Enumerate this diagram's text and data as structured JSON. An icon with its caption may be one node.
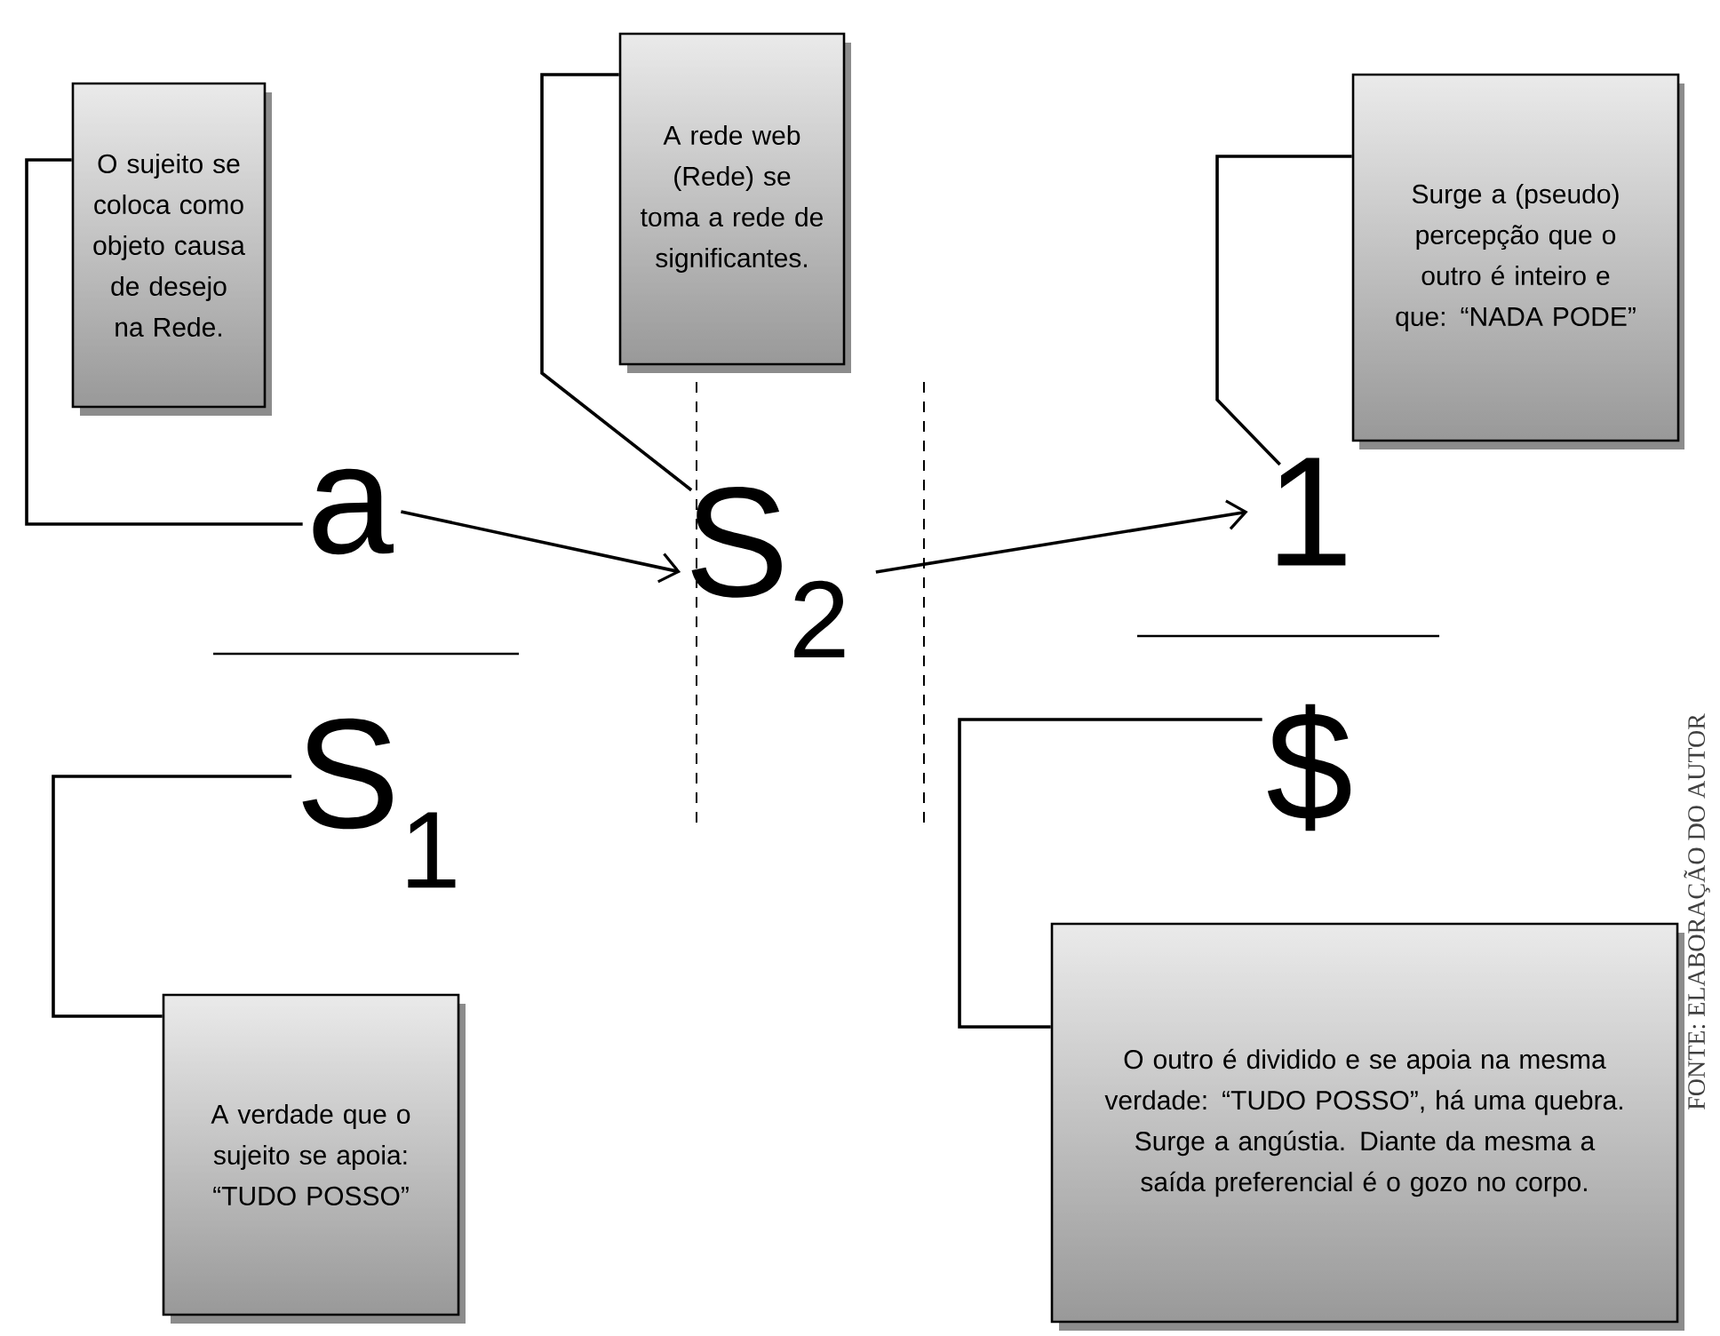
{
  "diagram": {
    "nodes": [
      {
        "text": [
          "O sujeito se coloca como objeto causa de desejo na Rede."
        ]
      },
      {
        "text": [
          "A rede web (Rede) se toma a rede de significantes."
        ]
      },
      {
        "text": [
          "Surge a (pseudo) percepção que o outro é inteiro e que: “NADA PODE”"
        ]
      },
      {
        "text": [
          "a"
        ]
      },
      {
        "text": [
          "S$_{2}$"
        ]
      },
      {
        "text": [
          "1"
        ]
      },
      {
        "text": [
          "S$_{1}$"
        ]
      },
      {
        "text": [
          "$"
        ]
      },
      {
        "text": [
          "A verdade que o sujeito se apoia: “TUDO POSSO”"
        ]
      },
      {
        "text": [
          "O outro é dividido e se apoia na mesma verdade: “TUDO POSSO”, há uma quebra. Surge a angústia. Diante da mesma a saída preferencial é o gozo no corpo."
        ]
      }
    ],
    "edges": [
      {
        "from": 3,
        "to": 4,
        "arrow": "to"
      },
      {
        "from": 4,
        "to": 5,
        "arrow": "to"
      },
      {
        "from": 0,
        "to": 3,
        "arrow": "none"
      },
      {
        "from": 1,
        "to": 4,
        "arrow": "none"
      },
      {
        "from": 2,
        "to": 5,
        "arrow": "none"
      },
      {
        "from": 8,
        "to": 6,
        "arrow": "none"
      },
      {
        "from": 9,
        "to": 7,
        "arrow": "none"
      }
    ],
    "labels": [
      "FONTE: ELABORAÇÃO DO AUTOR"
    ]
  }
}
